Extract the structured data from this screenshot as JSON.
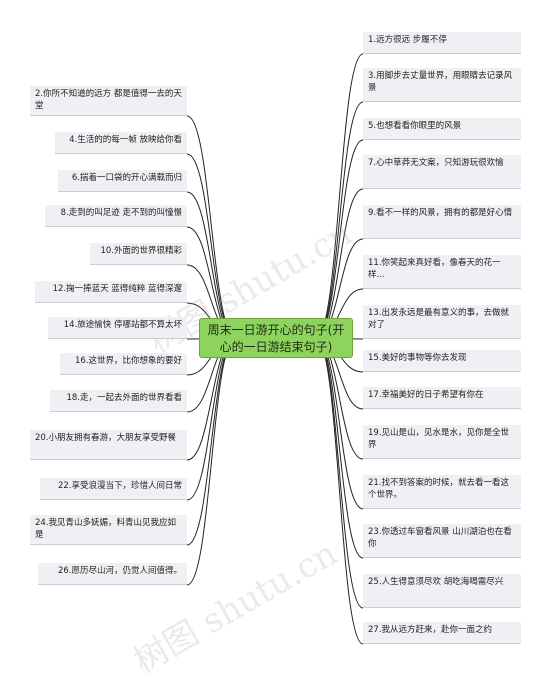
{
  "center": "周末一日游开心的句子(开心的一日游结束句子)",
  "watermark": "树图 shutu.cn",
  "colors": {
    "center_fill": "#8fd35f",
    "node_fill": "#eef0f3",
    "line": "#222222"
  },
  "right_nodes": [
    "1.远方很远 步履不停",
    "3.用脚步去丈量世界，用眼睛去记录风景",
    "5.也想看看你眼里的风景",
    "7.心中草莽无文案，只知游玩很欢愉",
    "9.看不一样的风景，拥有的都是好心情",
    "11.你笑起来真好看，像春天的花一样...",
    "13.出发永远是最有意义的事，去做就对了",
    "15.美好的事物等你去发现",
    "17.幸福美好的日子希望有你在",
    "19.见山是山，见水是水，见你是全世界",
    "21.找不到答案的时候，就去看一看这个世界。",
    "23.你透过车窗看风景 山川湖泊也在看你",
    "25.人生得意须尽欢 胡吃海喝需尽兴",
    "27.我从远方赶来，赴你一面之约"
  ],
  "left_nodes": [
    "2.你所不知道的远方 都是值得一去的天堂",
    "4.生活的的每一帧 放映给你看",
    "6.揣着一口袋的开心满载而归",
    "8.走到的叫足迹 走不到的叫憧憬",
    "10.外面的世界很精彩",
    "12.掬一捧蓝天 蓝得纯粹 蓝得深邃",
    "14.旅途愉快 停哪站都不算太坏",
    "16.这世界，比你想象的要好",
    "18.走，一起去外面的世界看看",
    "20.小朋友拥有春游，大朋友享受野餐",
    "22.享受浪漫当下，珍惜人间日常",
    "24.我见青山多妩媚，料青山见我应如是",
    "26.愿历尽山河，仍觉人间值得。"
  ]
}
